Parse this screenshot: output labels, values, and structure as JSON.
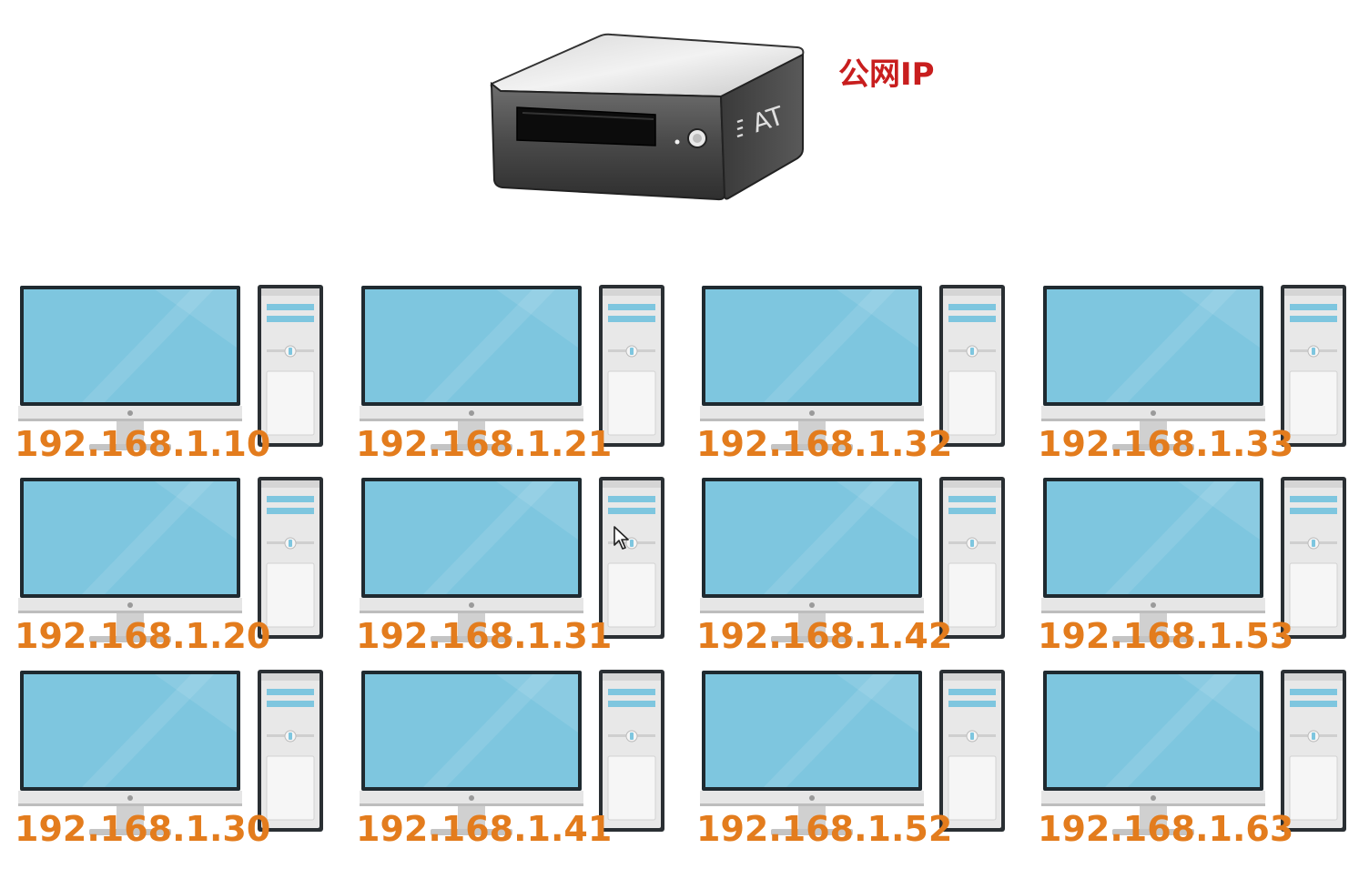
{
  "router": {
    "label": "公网IP",
    "badge": "AT",
    "icon": "nat-router-icon"
  },
  "colors": {
    "label_public": "#c81e1e",
    "label_private": "#e37c1d",
    "screen": "#7ec6df",
    "screen_border": "#1f2a30",
    "case": "#e6e6e6",
    "tower_stripe": "#7ec6df"
  },
  "workstations": [
    {
      "ip": "192.168.1.10"
    },
    {
      "ip": "192.168.1.21"
    },
    {
      "ip": "192.168.1.32"
    },
    {
      "ip": "192.168.1.33"
    },
    {
      "ip": "192.168.1.20"
    },
    {
      "ip": "192.168.1.31"
    },
    {
      "ip": "192.168.1.42"
    },
    {
      "ip": "192.168.1.53"
    },
    {
      "ip": "192.168.1.30"
    },
    {
      "ip": "192.168.1.41"
    },
    {
      "ip": "192.168.1.52"
    },
    {
      "ip": "192.168.1.63"
    }
  ]
}
